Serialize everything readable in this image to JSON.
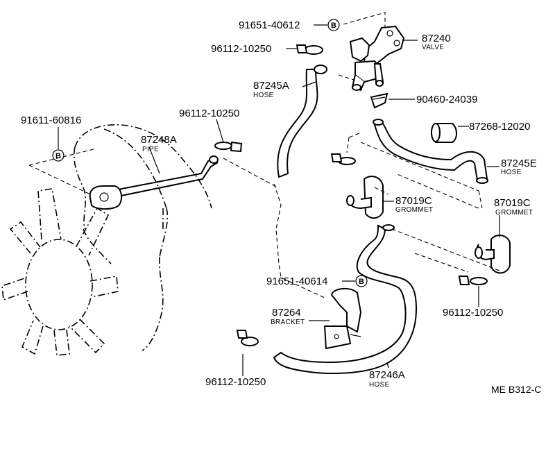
{
  "callouts": [
    {
      "id": "91651-40612",
      "number": "91651-40612",
      "badge": "B"
    },
    {
      "id": "87240",
      "number": "87240",
      "sub": "VALVE"
    },
    {
      "id": "96112-10250-a",
      "number": "96112-10250"
    },
    {
      "id": "87245A",
      "number": "87245A",
      "sub": "HOSE"
    },
    {
      "id": "90460-24039",
      "number": "90460-24039"
    },
    {
      "id": "91611-60816",
      "number": "91611-60816",
      "badge": "B"
    },
    {
      "id": "96112-10250-b",
      "number": "96112-10250"
    },
    {
      "id": "87248A",
      "number": "87248A",
      "sub": "PIPE"
    },
    {
      "id": "87268-12020",
      "number": "87268-12020"
    },
    {
      "id": "87245E",
      "number": "87245E",
      "sub": "HOSE"
    },
    {
      "id": "87019C-a",
      "number": "87019C",
      "sub": "GROMMET"
    },
    {
      "id": "87019C-b",
      "number": "87019C",
      "sub": "GROMMET"
    },
    {
      "id": "91651-40614",
      "number": "91651-40614",
      "badge": "B"
    },
    {
      "id": "87264",
      "number": "87264",
      "sub": "BRACKET"
    },
    {
      "id": "96112-10250-c",
      "number": "96112-10250"
    },
    {
      "id": "96112-10250-d",
      "number": "96112-10250"
    },
    {
      "id": "87246A",
      "number": "87246A",
      "sub": "HOSE"
    }
  ],
  "reference": "ME B312-C"
}
